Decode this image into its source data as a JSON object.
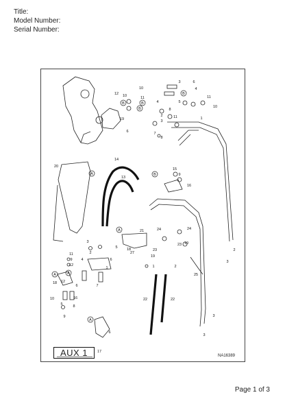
{
  "header": {
    "title_label": "Title:",
    "model_label": "Model Number:",
    "serial_label": "Serial Number:"
  },
  "diagram": {
    "decal_label": "AUX 1",
    "decal_callout": "17",
    "figure_code": "NA16389",
    "callouts": [
      "1",
      "2",
      "3",
      "4",
      "5",
      "6",
      "7",
      "8",
      "9",
      "10",
      "11",
      "12",
      "13",
      "14",
      "15",
      "16",
      "18",
      "19",
      "20",
      "21",
      "22",
      "23",
      "24",
      "25",
      "26",
      "27"
    ],
    "reference_letters": [
      "A",
      "B"
    ]
  },
  "footer": {
    "page_label": "Page 1 of 3"
  }
}
